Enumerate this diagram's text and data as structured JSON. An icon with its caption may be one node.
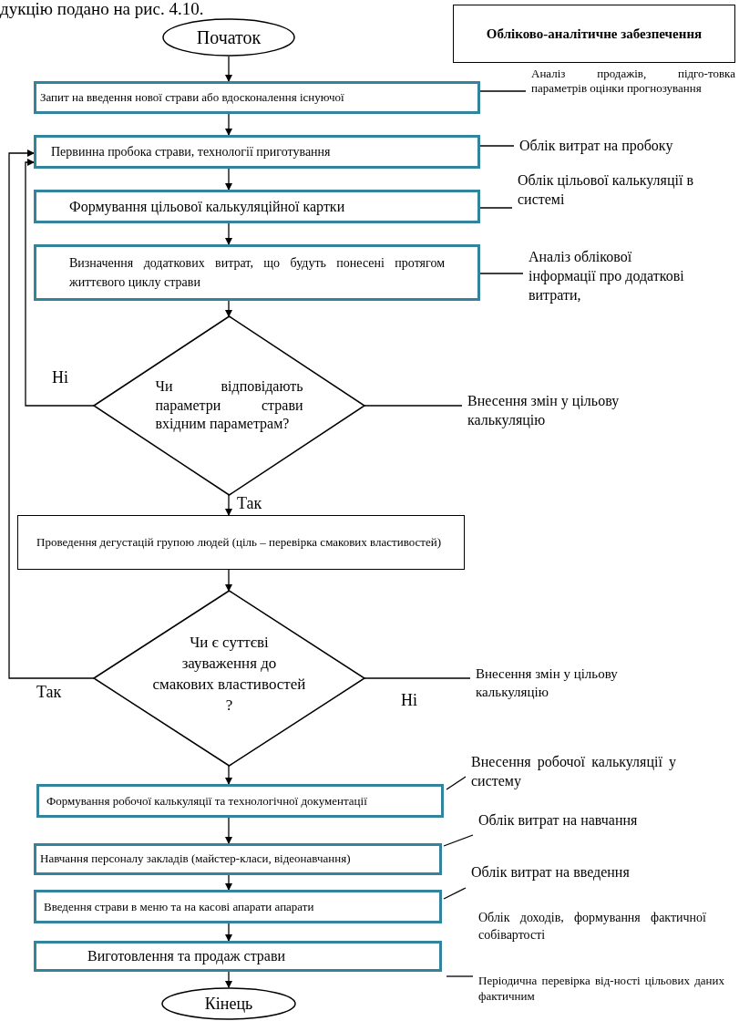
{
  "diagram": {
    "nodes": [
      {
        "text": [
          "Початок"
        ]
      },
      {
        "text": [
          "Запит на введення нової страви або вдосконалення існуючої"
        ]
      },
      {
        "text": [
          "Первинна пробока страви, технології приготування"
        ]
      },
      {
        "text": [
          "Формування цільової калькуляційної картки"
        ]
      },
      {
        "text": [
          "Визначення додаткових витрат, що будуть понесені протягом життєвого циклу страви"
        ]
      },
      {
        "text": [
          "Чи відповідають параметри страви вхідним параметрам?"
        ]
      },
      {
        "text": [
          "Проведення дегустацій групою людей (ціль – перевірка смакових властивостей)"
        ]
      },
      {
        "text": [
          "Чи є суттєві зауваження до смакових властивостей ?"
        ]
      },
      {
        "text": [
          "Формування робочої калькуляції та технологічної документації"
        ]
      },
      {
        "text": [
          "Навчання персоналу закладів (майстер-класи, відеонавчання)"
        ]
      },
      {
        "text": [
          "Введення страви в меню та на касові апарати апарати"
        ]
      },
      {
        "text": [
          "Виготовлення та продаж страви"
        ]
      },
      {
        "text": [
          "Кінець"
        ]
      },
      {
        "text": [
          "Обліково-аналітичне забезпечення"
        ]
      },
      {
        "text": [
          "Аналіз продажів, підго-товка параметрів оцінки прогнозування"
        ]
      },
      {
        "text": [
          "Облік витрат на пробоку"
        ]
      },
      {
        "text": [
          "Облік цільової калькуляції в системі"
        ]
      },
      {
        "text": [
          "Аналіз облікової інформації про додаткові витрати,"
        ]
      },
      {
        "text": [
          "Внесення змін у цільову калькуляцію"
        ]
      },
      {
        "text": [
          "Внесення змін у цільову калькуляцію"
        ]
      },
      {
        "text": [
          "Внесення робочої калькуляції у систему"
        ]
      },
      {
        "text": [
          "Облік витрат на навчання"
        ]
      },
      {
        "text": [
          "Облік витрат на введення"
        ]
      },
      {
        "text": [
          "Періодична перевірка від-ності цільових даних фактичним"
        ]
      }
    ],
    "edges": [
      {
        "from": 0,
        "to": 1,
        "arrow": "to"
      },
      {
        "from": 1,
        "to": 2,
        "arrow": "to"
      },
      {
        "from": 2,
        "to": 3,
        "arrow": "to"
      },
      {
        "from": 3,
        "to": 4,
        "arrow": "to"
      },
      {
        "from": 4,
        "to": 5,
        "arrow": "to"
      },
      {
        "from": 5,
        "to": 6,
        "arrow": "to",
        "label": "Так"
      },
      {
        "from": 6,
        "to": 7,
        "arrow": "to"
      },
      {
        "from": 7,
        "to": 8,
        "arrow": "to"
      },
      {
        "from": 8,
        "to": 9,
        "arrow": "to"
      },
      {
        "from": 9,
        "to": 10,
        "arrow": "to"
      },
      {
        "from": 10,
        "to": 11,
        "arrow": "to"
      },
      {
        "from": 11,
        "to": 12,
        "arrow": "to"
      },
      {
        "from": 5,
        "to": 2,
        "arrow": "to",
        "label": "Ні"
      },
      {
        "from": 7,
        "to": 2,
        "arrow": "to",
        "label": "Так"
      },
      {
        "from": 1,
        "to": 14,
        "arrow": "none"
      },
      {
        "from": 2,
        "to": 15,
        "arrow": "none"
      },
      {
        "from": 3,
        "to": 16,
        "arrow": "none"
      },
      {
        "from": 4,
        "to": 17,
        "arrow": "none"
      },
      {
        "from": 5,
        "to": 18,
        "arrow": "none"
      },
      {
        "from": 7,
        "to": 19,
        "arrow": "none",
        "label": "Ні"
      },
      {
        "from": 8,
        "to": 20,
        "arrow": "none"
      },
      {
        "from": 9,
        "to": 21,
        "arrow": "none"
      },
      {
        "from": 10,
        "to": 22,
        "arrow": "none"
      },
      {
        "from": 11,
        "to": 23,
        "arrow": "none"
      }
    ],
    "labels": [
      "дукцію подано на рис. 4.10.",
      "Облік доходів, формування фактичної собівартості"
    ]
  }
}
